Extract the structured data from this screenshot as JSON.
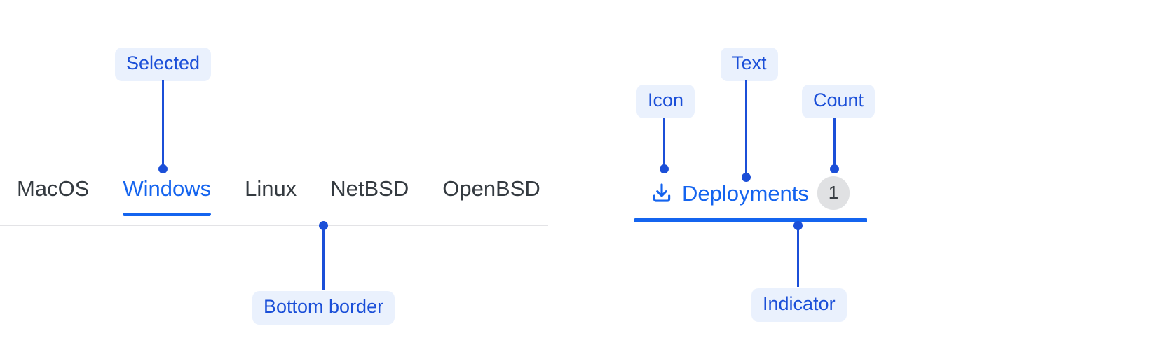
{
  "colors": {
    "accent": "#1464ef",
    "annotation_blue": "#1b4fd8",
    "annotation_bg": "#eaf1fd",
    "tab_text": "#343a40",
    "divider": "#e3e3e6",
    "count_bg": "#e0e1e3",
    "count_text": "#3a3f44"
  },
  "left_example": {
    "tabs": [
      {
        "label": "MacOS",
        "selected": false
      },
      {
        "label": "Windows",
        "selected": true
      },
      {
        "label": "Linux",
        "selected": false
      },
      {
        "label": "NetBSD",
        "selected": false
      },
      {
        "label": "OpenBSD",
        "selected": false
      }
    ],
    "annotations": {
      "selected": "Selected",
      "bottom_border": "Bottom border"
    }
  },
  "right_example": {
    "tab": {
      "icon": "download-icon",
      "label": "Deployments",
      "count": "1",
      "selected": true
    },
    "annotations": {
      "icon": "Icon",
      "text": "Text",
      "count": "Count",
      "indicator": "Indicator"
    }
  }
}
